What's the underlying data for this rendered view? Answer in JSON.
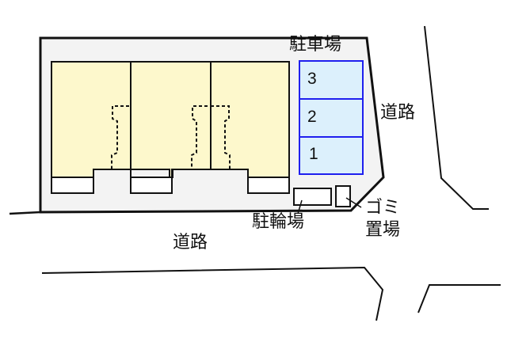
{
  "diagram": {
    "type": "site-plan",
    "colors": {
      "lot_fill": "#f3f3f3",
      "building_fill": "#fdf8cc",
      "parking_fill": "#dcf0fc",
      "parking_stroke": "#1f1fef",
      "line": "#111111",
      "background": "#ffffff"
    },
    "labels": {
      "parking": "駐車場",
      "road_east": "道路",
      "road_south": "道路",
      "bicycle_parking": "駐輪場",
      "garbage_line1": "ゴミ",
      "garbage_line2": "置場"
    },
    "parking_spaces": [
      {
        "number": "3"
      },
      {
        "number": "2"
      },
      {
        "number": "1"
      }
    ],
    "building": {
      "units": 3
    }
  }
}
